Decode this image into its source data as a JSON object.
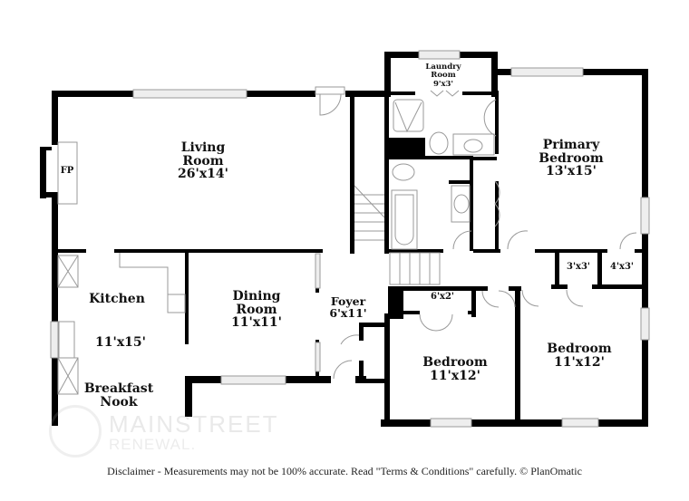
{
  "floorplan": {
    "rooms": [
      {
        "id": "living-room",
        "name_line1": "Living",
        "name_line2": "Room",
        "size": "26'x14'"
      },
      {
        "id": "fireplace",
        "name_line1": "FP"
      },
      {
        "id": "kitchen",
        "name_line1": "Kitchen",
        "size": "11'x15'"
      },
      {
        "id": "breakfast-nook",
        "name_line1": "Breakfast",
        "name_line2": "Nook"
      },
      {
        "id": "dining-room",
        "name_line1": "Dining",
        "name_line2": "Room",
        "size": "11'x11'"
      },
      {
        "id": "foyer",
        "name_line1": "Foyer",
        "size": "6'x11'"
      },
      {
        "id": "laundry-room",
        "name_line1": "Laundry",
        "name_line2": "Room",
        "size": "9'x3'"
      },
      {
        "id": "primary-bedroom",
        "name_line1": "Primary",
        "name_line2": "Bedroom",
        "size": "13'x15'"
      },
      {
        "id": "closet-1",
        "size": "3'x3'"
      },
      {
        "id": "closet-2",
        "size": "4'x3'"
      },
      {
        "id": "closet-3",
        "size": "6'x2'"
      },
      {
        "id": "bedroom-2",
        "name_line1": "Bedroom",
        "size": "11'x12'"
      },
      {
        "id": "bedroom-3",
        "name_line1": "Bedroom",
        "size": "11'x12'"
      }
    ]
  },
  "watermark": {
    "line1": "MAINSTREET",
    "line2": "RENEWAL."
  },
  "footer": {
    "disclaimer": "Disclaimer - Measurements may not be 100% accurate. Read \"Terms & Conditions\" carefully. © PlanOmatic"
  }
}
